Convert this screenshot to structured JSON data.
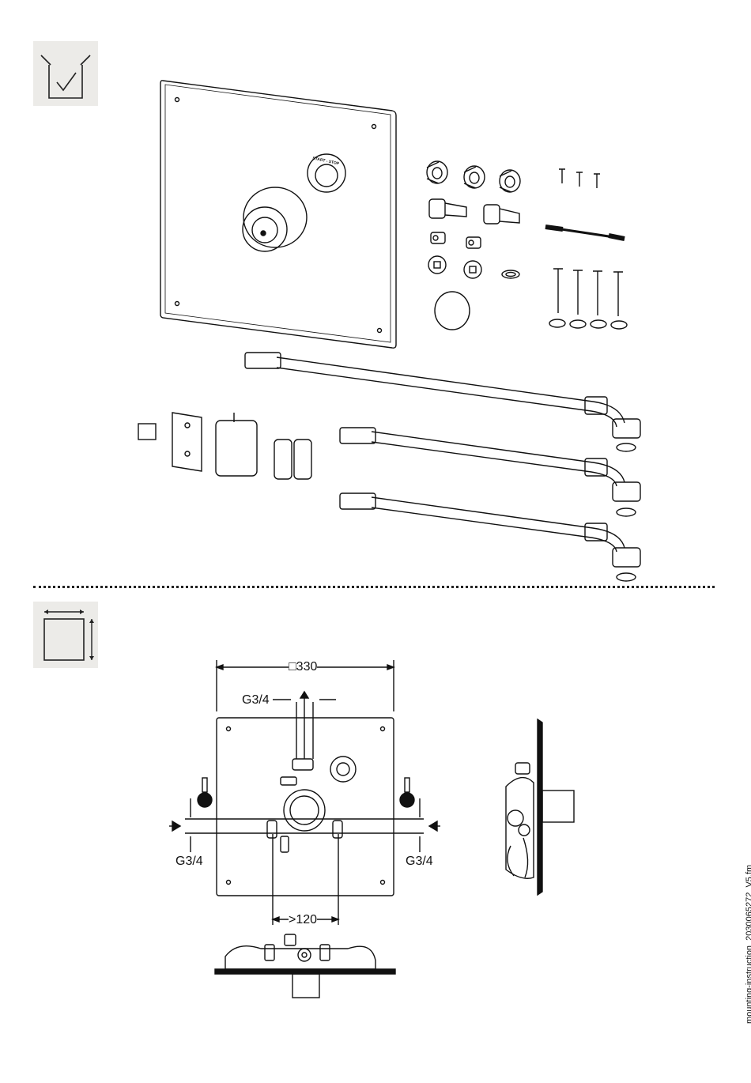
{
  "panel": {
    "button_text": "START - STOP"
  },
  "dimensions": {
    "width_label": "□330",
    "connection_top": "G3/4",
    "connection_left": "G3/4",
    "connection_right": "G3/4",
    "spacing_label": ">120"
  },
  "footer": {
    "filename": "mounting-instruction_2030065272_V5.fm"
  },
  "icons": {
    "scope_icon": "box-checkmark-icon",
    "dimensions_icon": "dimensions-square-icon"
  }
}
